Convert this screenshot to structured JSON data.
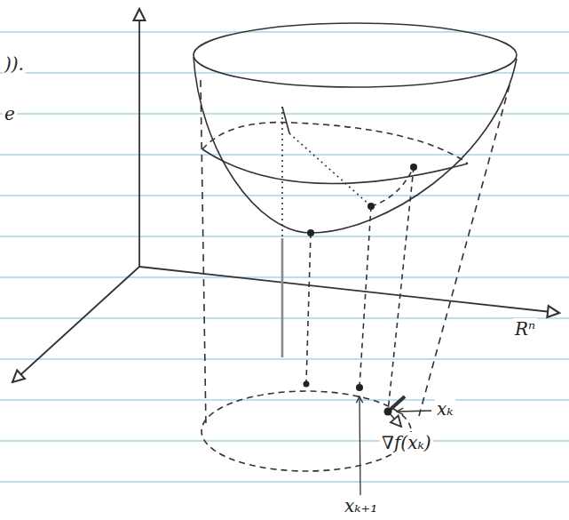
{
  "diagram": {
    "labels": [
      ")).",
      "e",
      "Rⁿ",
      "xₖ",
      "∇f(xₖ)",
      "xₖ₊₁"
    ]
  }
}
